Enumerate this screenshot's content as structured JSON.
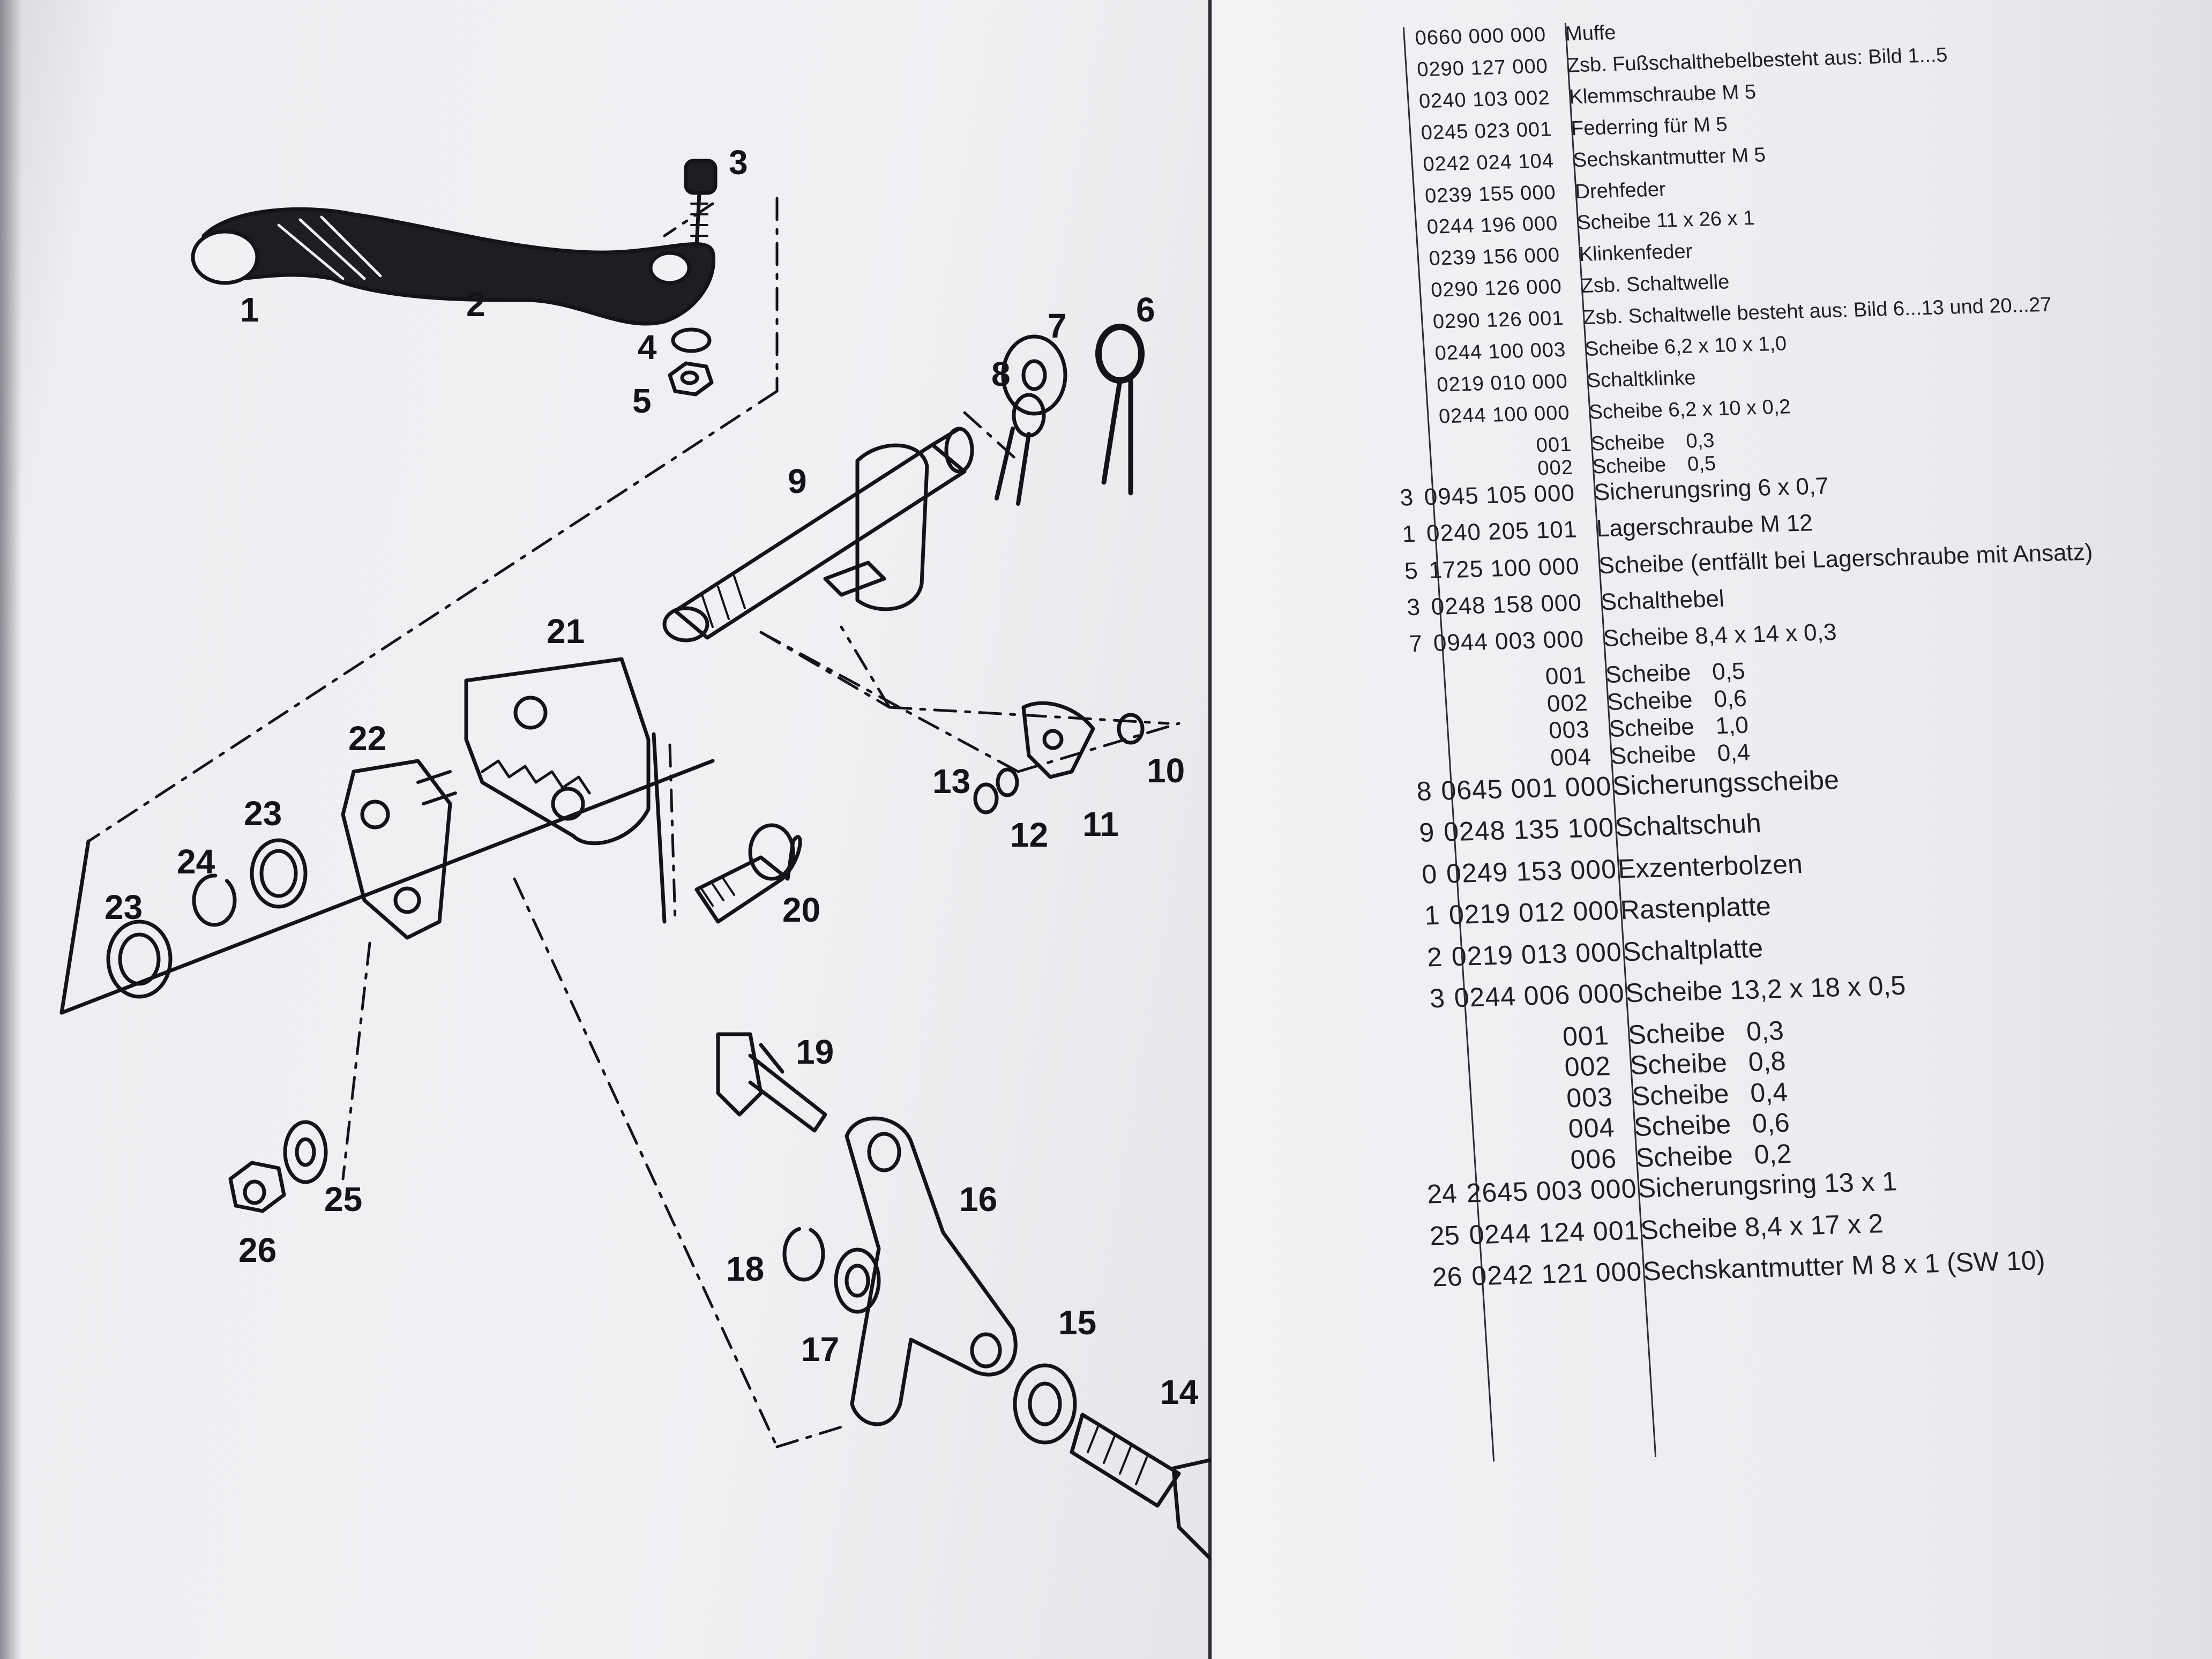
{
  "diagram": {
    "callouts": [
      "1",
      "2",
      "3",
      "4",
      "5",
      "6",
      "7",
      "8",
      "9",
      "10",
      "11",
      "12",
      "13",
      "14",
      "15",
      "16",
      "17",
      "18",
      "19",
      "20",
      "21",
      "22",
      "23",
      "23",
      "24",
      "25",
      "26"
    ]
  },
  "table": {
    "rows": [
      {
        "pos": "",
        "num": "0660 000 000",
        "desc": "Muffe"
      },
      {
        "pos": "",
        "num": "0290 127 000",
        "desc": "Zsb. Fußschalthebelbesteht aus: Bild 1...5"
      },
      {
        "pos": "",
        "num": "0240 103 002",
        "desc": "Klemmschraube M 5"
      },
      {
        "pos": "",
        "num": "0245 023 001",
        "desc": "Federring für M 5"
      },
      {
        "pos": "",
        "num": "0242 024 104",
        "desc": "Sechskantmutter M 5"
      },
      {
        "pos": "",
        "num": "0239 155 000",
        "desc": "Drehfeder"
      },
      {
        "pos": "",
        "num": "0244 196 000",
        "desc": "Scheibe 11 x 26 x 1"
      },
      {
        "pos": "",
        "num": "0239 156 000",
        "desc": "Klinkenfeder"
      },
      {
        "pos": "",
        "num": "0290 126 000",
        "desc": "Zsb. Schaltwelle"
      },
      {
        "pos": "",
        "num": "0290 126 001",
        "desc": "Zsb. Schaltwelle besteht aus: Bild 6...13 und 20...27"
      },
      {
        "pos": "",
        "num": "0244 100 003",
        "desc": "Scheibe 6,2 x 10 x 1,0"
      },
      {
        "pos": "",
        "num": "0219 010 000",
        "desc": "Schaltklinke"
      },
      {
        "pos": "",
        "num": "0244 100 000",
        "desc": "Scheibe 6,2 x 10 x 0,2"
      },
      {
        "pos": "",
        "num": "001",
        "desc": "Scheibe",
        "val": "0,3"
      },
      {
        "pos": "",
        "num": "002",
        "desc": "Scheibe",
        "val": "0,5"
      },
      {
        "pos": "3",
        "num": "0945 105 000",
        "desc": "Sicherungsring 6 x 0,7"
      },
      {
        "pos": "1",
        "num": "0240 205 101",
        "desc": "Lagerschraube M 12"
      },
      {
        "pos": "5",
        "num": "1725 100 000",
        "desc": "Scheibe (entfällt bei Lagerschraube mit Ansatz)"
      },
      {
        "pos": "3",
        "num": "0248 158 000",
        "desc": "Schalthebel"
      },
      {
        "pos": "7",
        "num": "0944 003 000",
        "desc": "Scheibe 8,4 x 14 x 0,3"
      },
      {
        "pos": "",
        "num": "001",
        "desc": "Scheibe",
        "val": "0,5"
      },
      {
        "pos": "",
        "num": "002",
        "desc": "Scheibe",
        "val": "0,6"
      },
      {
        "pos": "",
        "num": "003",
        "desc": "Scheibe",
        "val": "1,0"
      },
      {
        "pos": "",
        "num": "004",
        "desc": "Scheibe",
        "val": "0,4"
      },
      {
        "pos": "8",
        "num": "0645 001 000",
        "desc": "Sicherungsscheibe"
      },
      {
        "pos": "9",
        "num": "0248 135 100",
        "desc": "Schaltschuh"
      },
      {
        "pos": "0",
        "num": "0249 153 000",
        "desc": "Exzenterbolzen"
      },
      {
        "pos": "1",
        "num": "0219 012 000",
        "desc": "Rastenplatte"
      },
      {
        "pos": "2",
        "num": "0219 013 000",
        "desc": "Schaltplatte"
      },
      {
        "pos": "3",
        "num": "0244 006 000",
        "desc": "Scheibe 13,2 x 18 x 0,5"
      },
      {
        "pos": "",
        "num": "001",
        "desc": "Scheibe",
        "val": "0,3"
      },
      {
        "pos": "",
        "num": "002",
        "desc": "Scheibe",
        "val": "0,8"
      },
      {
        "pos": "",
        "num": "003",
        "desc": "Scheibe",
        "val": "0,4"
      },
      {
        "pos": "",
        "num": "004",
        "desc": "Scheibe",
        "val": "0,6"
      },
      {
        "pos": "",
        "num": "006",
        "desc": "Scheibe",
        "val": "0,2"
      },
      {
        "pos": "24",
        "num": "2645 003 000",
        "desc": "Sicherungsring 13 x 1"
      },
      {
        "pos": "25",
        "num": "0244 124 001",
        "desc": "Scheibe 8,4 x 17 x 2"
      },
      {
        "pos": "26",
        "num": "0242 121 000",
        "desc": "Sechskantmutter M 8 x 1 (SW 10)"
      }
    ]
  }
}
